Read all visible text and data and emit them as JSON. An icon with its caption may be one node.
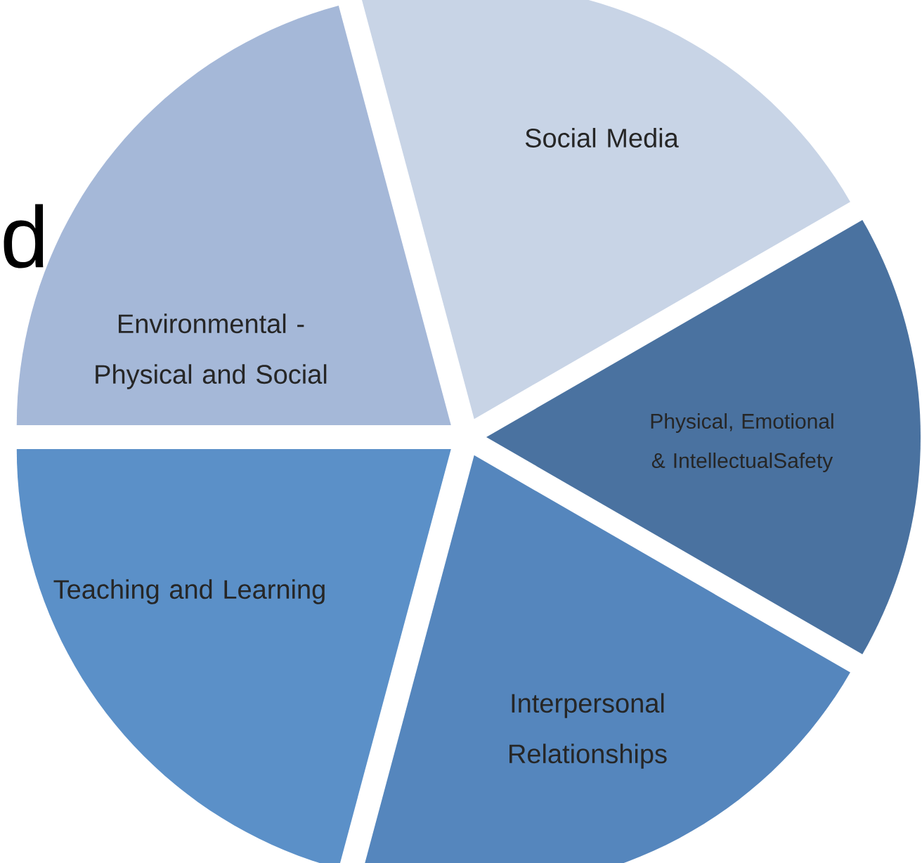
{
  "diagram": {
    "nodes": [
      {
        "text": [
          "Social Media"
        ]
      },
      {
        "text": [
          "Environmental - Physical and Social"
        ]
      },
      {
        "text": [
          "Physical, Emotional & IntellectualSafety"
        ]
      },
      {
        "text": [
          "Teaching and Learning"
        ]
      },
      {
        "text": [
          "Interpersonal Relationships"
        ]
      }
    ],
    "labels": [
      "d"
    ]
  }
}
